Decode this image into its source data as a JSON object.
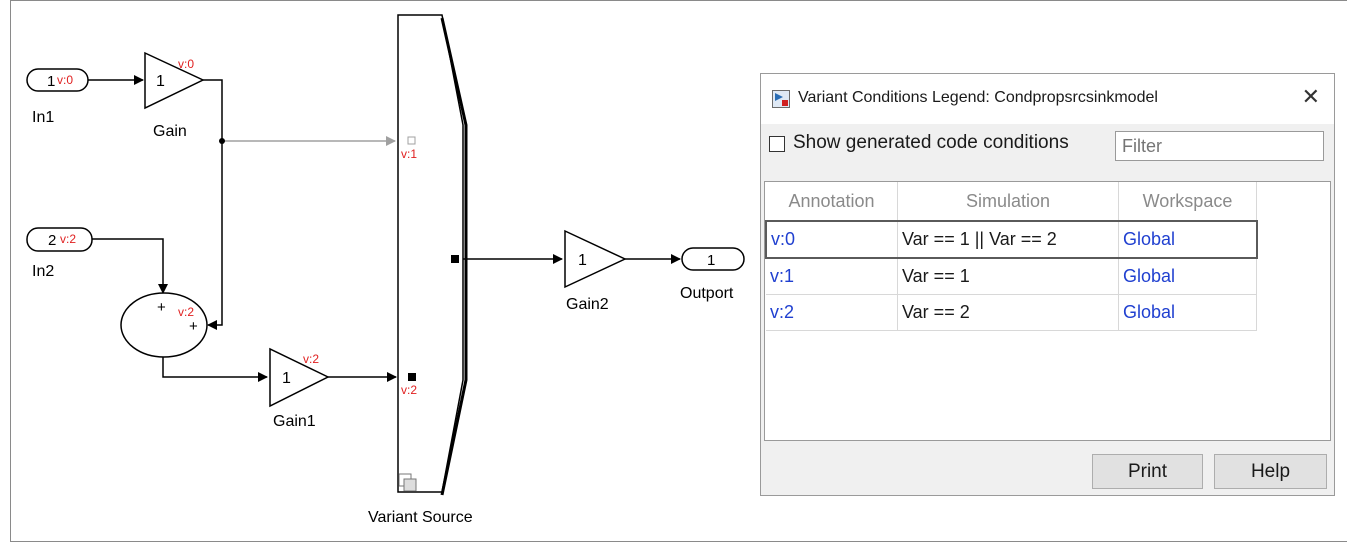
{
  "model": {
    "inports": [
      {
        "number": "1",
        "variant": "v:0",
        "name": "In1"
      },
      {
        "number": "2",
        "variant": "v:2",
        "name": "In2"
      }
    ],
    "gain": {
      "value": "1",
      "variant": "v:0",
      "name": "Gain"
    },
    "gain1": {
      "value": "1",
      "variant": "v:2",
      "name": "Gain1"
    },
    "gain2": {
      "value": "1",
      "name": "Gain2"
    },
    "sum": {
      "variant": "v:2",
      "sign1": "+",
      "sign2": "+"
    },
    "variant_source": {
      "name": "Variant Source",
      "port1_variant": "v:1",
      "port2_variant": "v:2"
    },
    "outport": {
      "number": "1",
      "name": "Outport"
    }
  },
  "dialog": {
    "title": "Variant Conditions Legend: Condpropsrcsinkmodel",
    "close_label": "✕",
    "show_generated_label": "Show generated code conditions",
    "show_generated_checked": false,
    "filter_placeholder": "Filter",
    "columns": [
      "Annotation",
      "Simulation",
      "Workspace"
    ],
    "rows": [
      {
        "annotation": "v:0",
        "simulation": "Var == 1 || Var == 2",
        "workspace": "Global"
      },
      {
        "annotation": "v:1",
        "simulation": "Var == 1",
        "workspace": "Global"
      },
      {
        "annotation": "v:2",
        "simulation": "Var == 2",
        "workspace": "Global"
      }
    ],
    "selected_row": 0,
    "print_label": "Print",
    "help_label": "Help"
  },
  "colors": {
    "variant_annotation": "#e02020",
    "link": "#2040d0",
    "inactive_signal": "#a0a0a0"
  }
}
